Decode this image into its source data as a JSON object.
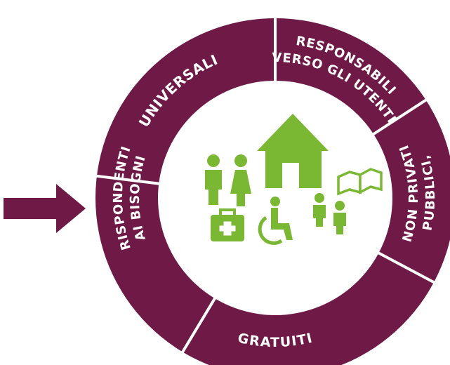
{
  "colors": {
    "ring": "#6e1946",
    "divider": "#ffffff",
    "icon": "#7ab833",
    "arrow": "#6e1946",
    "background": "#ffffff"
  },
  "segments": [
    {
      "lines": [
        "UNIVERSALI"
      ]
    },
    {
      "lines": [
        "RESPONSABILI",
        "VERSO GLI UTENTI"
      ]
    },
    {
      "lines": [
        "PUBBLICI,",
        "NON PRIVATI"
      ]
    },
    {
      "lines": [
        "GRATUITI"
      ]
    },
    {
      "lines": [
        "RISPONDENTI",
        "AI BISOGNI"
      ]
    }
  ],
  "center_icons": [
    "house-icon",
    "adult-pair-icon",
    "book-icon",
    "children-icon",
    "medical-kit-icon",
    "wheelchair-icon"
  ],
  "pointer_icon": "arrow-right-icon"
}
